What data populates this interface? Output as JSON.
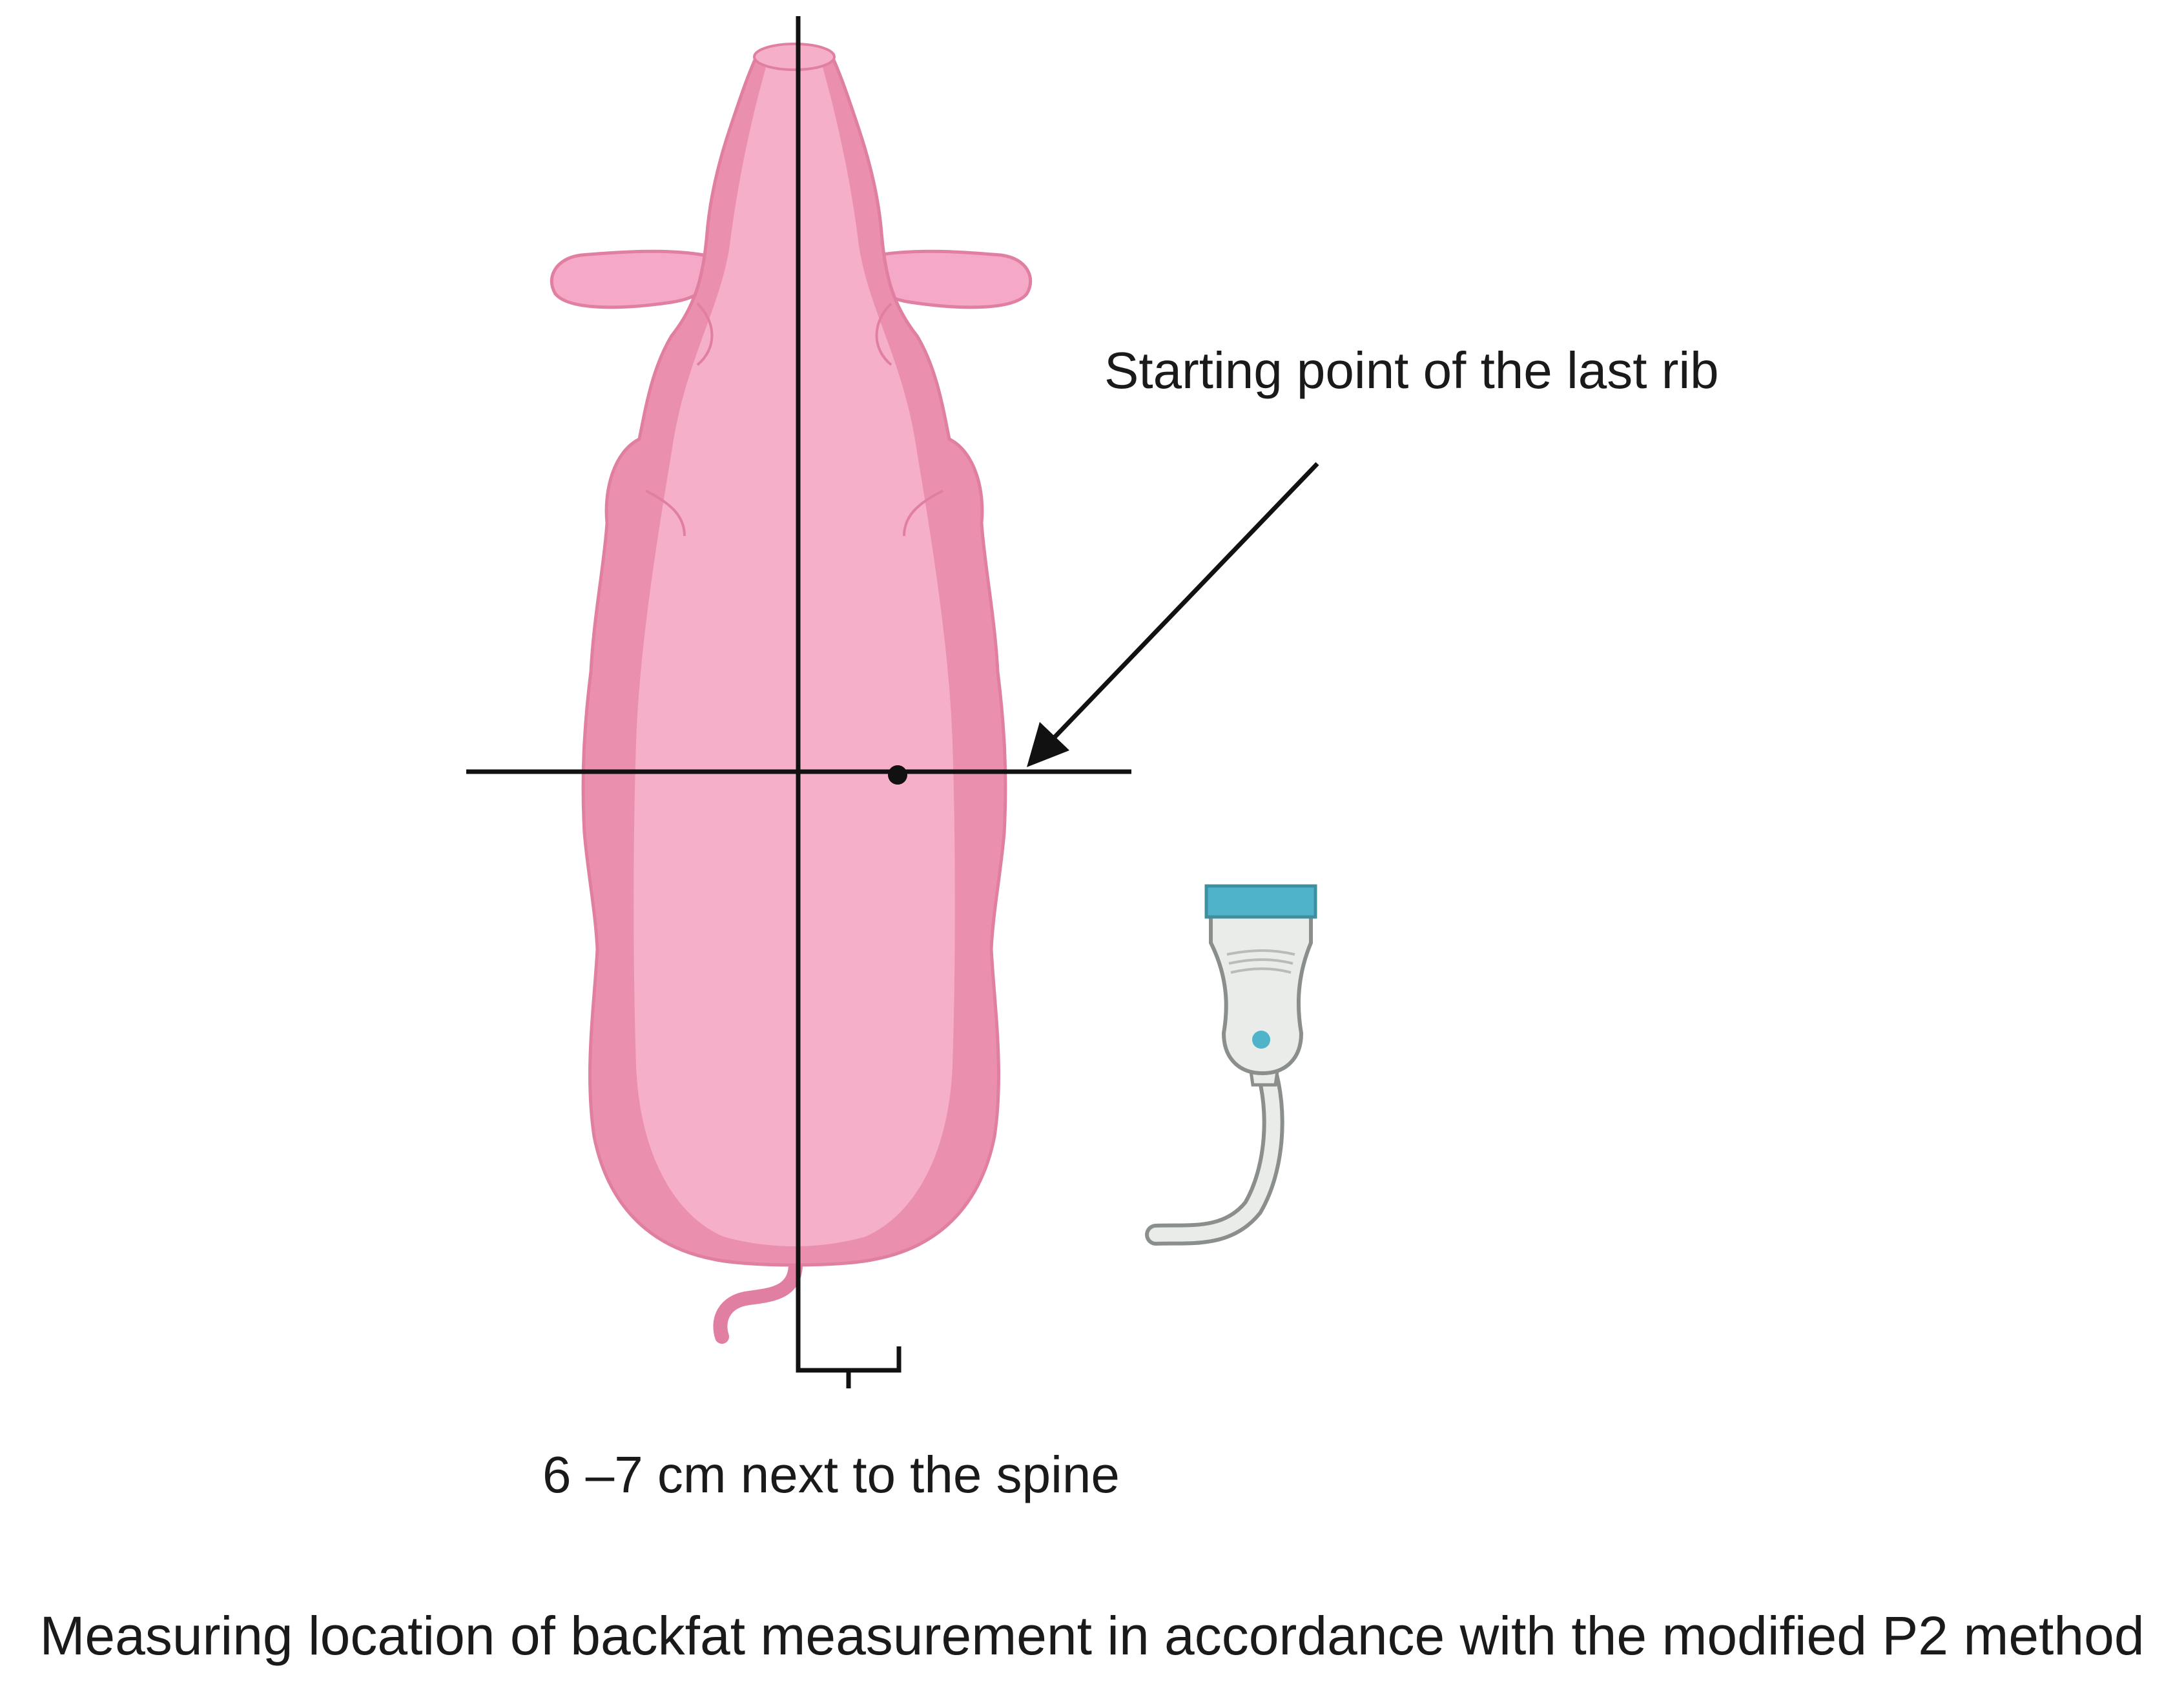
{
  "annotations": {
    "last_rib_label": "Starting point of the last rib",
    "distance_label": "6 –7 cm next to the spine"
  },
  "caption": "Measuring location of backfat measurement in accordance with the modified P2 method",
  "colors": {
    "pig_body": "#f5a9c6",
    "pig_shade": "#ea8fae",
    "pig_outline": "#e07fa2",
    "line": "#111111",
    "probe_head": "#4fb3c9",
    "probe_body": "#e9ece8",
    "probe_outline": "#8a8f8c"
  },
  "icons": {
    "pig": "pig-top-view-icon",
    "probe": "ultrasound-probe-icon"
  }
}
